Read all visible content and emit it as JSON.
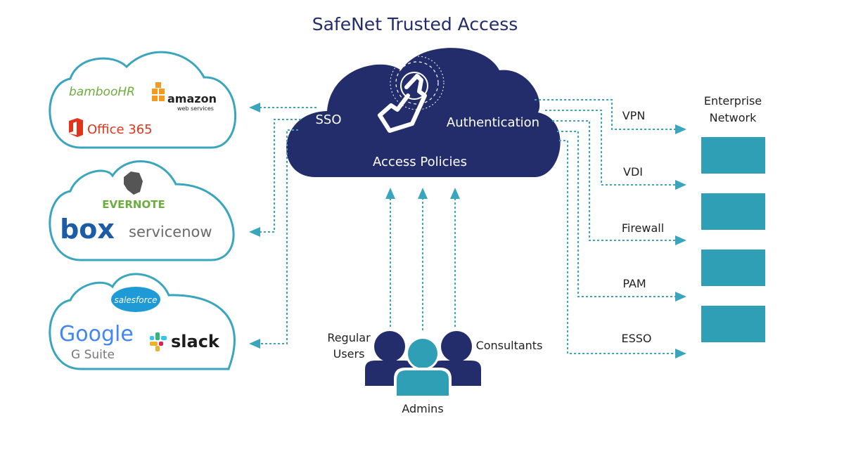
{
  "title": "SafeNet Trusted Access",
  "main_cloud": {
    "sso": "SSO",
    "authentication": "Authentication",
    "access_policies": "Access Policies",
    "icon": "touch-hand-icon"
  },
  "app_clouds": [
    {
      "logos": [
        "bambooHR",
        "amazon",
        "web services",
        "Office 365"
      ]
    },
    {
      "logos": [
        "EVERNOTE",
        "box",
        "servicenow"
      ]
    },
    {
      "logos": [
        "salesforce",
        "Google",
        "G Suite",
        "slack"
      ]
    }
  ],
  "users": {
    "left_label_line1": "Regular",
    "left_label_line2": "Users",
    "right_label": "Consultants",
    "bottom_label": "Admins"
  },
  "enterprise": {
    "title_line1": "Enterprise",
    "title_line2": "Network",
    "items": [
      "VPN",
      "VDI",
      "Firewall",
      "PAM",
      "ESSO"
    ]
  },
  "colors": {
    "navy": "#232d6b",
    "teal": "#3aa6bd",
    "tile": "#2f9fb6",
    "cloud_outline": "#3aa6bd"
  }
}
